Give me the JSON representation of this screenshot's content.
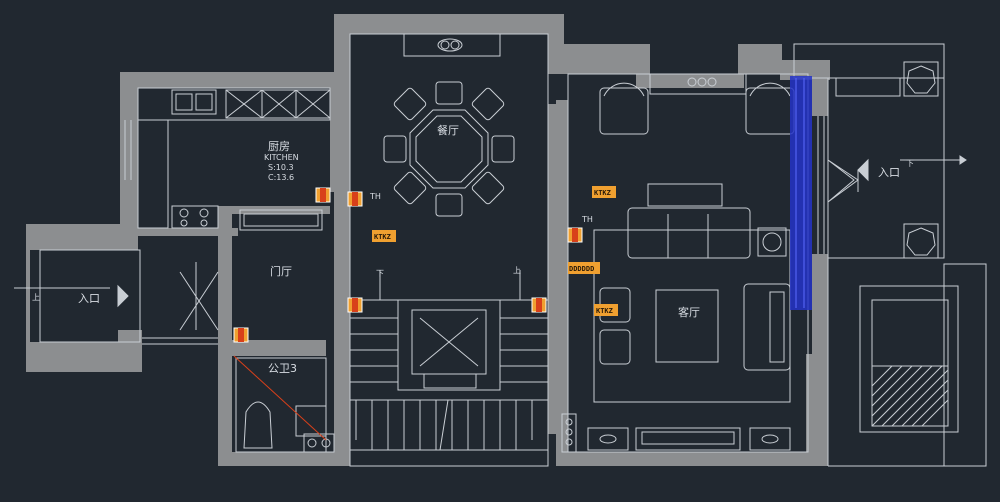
{
  "rooms": {
    "kitchen": {
      "name": "厨房",
      "name_en": "KITCHEN",
      "area": "S:10.3",
      "perimeter": "C:13.6"
    },
    "dining": {
      "name": "餐厅"
    },
    "foyer": {
      "name": "门厅"
    },
    "bathroom": {
      "name": "公卫3"
    },
    "living": {
      "name": "客厅"
    },
    "entry_left": {
      "name": "入口",
      "stair_mark": "上"
    },
    "entry_right": {
      "name": "入口",
      "stair_mark": "下"
    }
  },
  "marks": {
    "th_1": "TH",
    "th_2": "TH",
    "down_left": "下",
    "up_right": "上"
  },
  "tags": {
    "tag_1": "KTKZ",
    "tag_2": "KTKZ",
    "tag_3": "KTKZ",
    "tag_4": "DDDDDD"
  },
  "colors": {
    "background": "#212830",
    "wall": "#8c8e90",
    "line": "#c9ced4",
    "accent_orange": "#f0a030",
    "accent_red": "#d8401a",
    "accent_blue": "#2333c8"
  }
}
